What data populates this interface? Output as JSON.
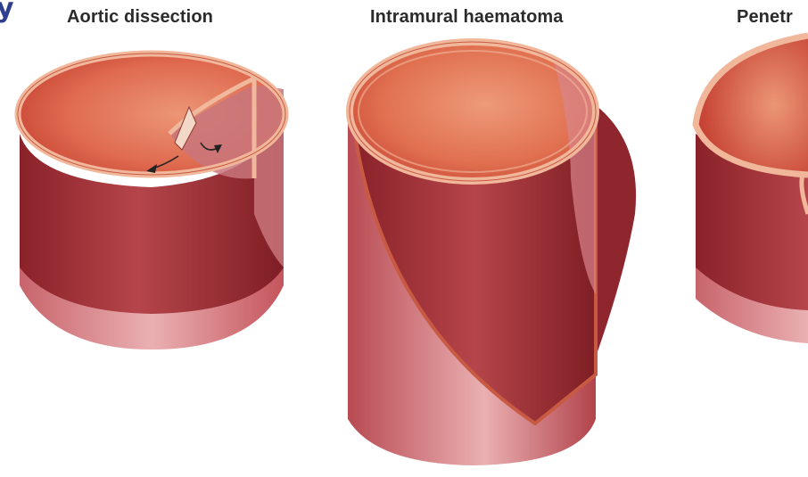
{
  "panels": [
    {
      "title": "Aortic dissection"
    },
    {
      "title": "Intramural haematoma"
    },
    {
      "title": "Penetr"
    }
  ],
  "corner_fragment": "y",
  "colors": {
    "wall_outer": "#a8323a",
    "wall_dark": "#7e1e24",
    "lumen": "#d8563f",
    "lumen_light": "#e98c6e",
    "rim": "#f1b79b",
    "rim_stroke": "#c85a44",
    "intima_pink": "#d98b8e",
    "lower_pink": "#e7a7ab",
    "title_text": "#2b2b2b"
  }
}
